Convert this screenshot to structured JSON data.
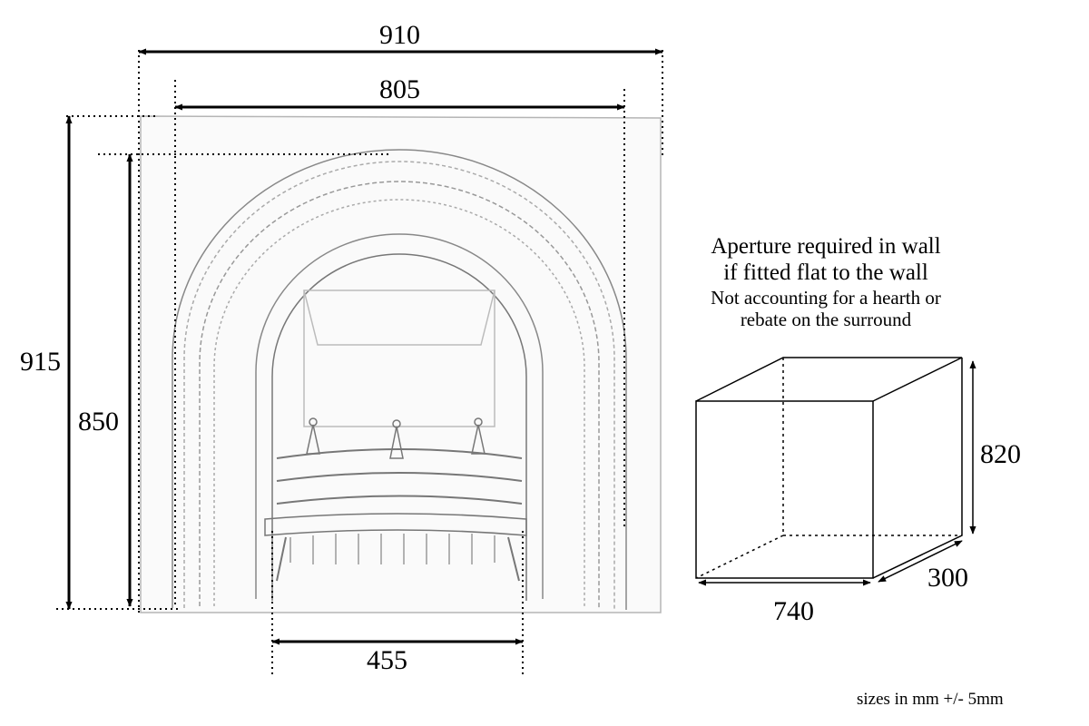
{
  "diagram": {
    "dimensions": {
      "overall_width": "910",
      "inner_width": "805",
      "overall_height": "915",
      "inner_height": "850",
      "opening_width": "455",
      "aperture_height": "820",
      "aperture_width": "740",
      "aperture_depth": "300"
    },
    "note": {
      "line1": "Aperture required in wall",
      "line2": "if fitted flat to the wall",
      "line3": "Not accounting for a hearth or",
      "line4": "rebate on the surround"
    },
    "footer": "sizes in mm +/- 5mm"
  }
}
